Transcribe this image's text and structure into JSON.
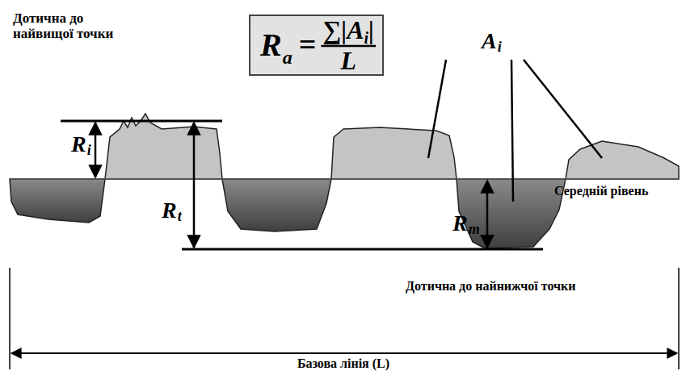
{
  "diagram": {
    "nodes": [
      {
        "text": [
          "R",
          "a",
          "=",
          "∑|A",
          "i",
          "|",
          "L"
        ]
      }
    ],
    "labels": [
      "Дотична до найвищої точки",
      "A",
      "i",
      "R",
      "i",
      "R",
      "t",
      "Середній рівень",
      "R",
      "m",
      "Дотична до найнижчої точки",
      "Базова лінія (L)"
    ]
  }
}
